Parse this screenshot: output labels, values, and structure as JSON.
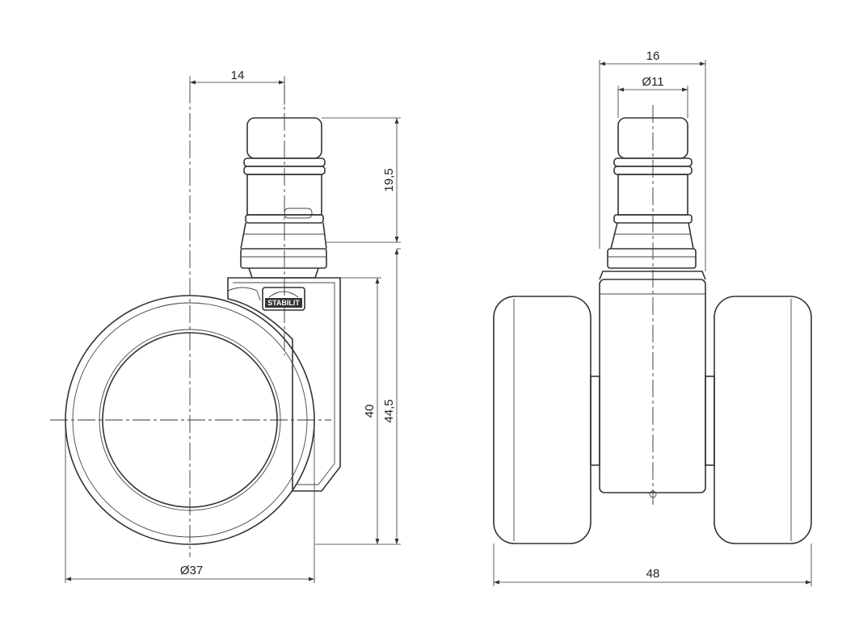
{
  "dimensions": {
    "stem_offset": "14",
    "stem_length": "19,5",
    "axle_to_mount": "40",
    "axle_to_top": "44,5",
    "wheel_diameter": "Ø37",
    "mount_width": "16",
    "stem_diameter": "Ø11",
    "overall_width": "48"
  },
  "logo": {
    "text": "STABILIT"
  }
}
